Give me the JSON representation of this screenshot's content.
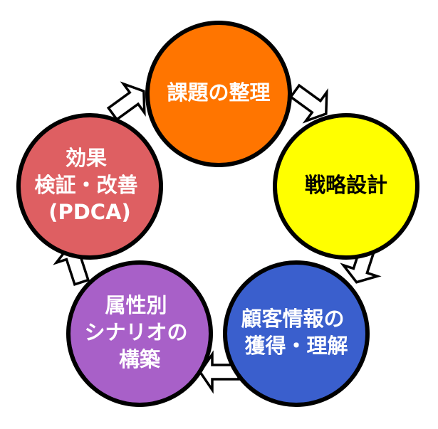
{
  "cycle": {
    "steps": [
      {
        "lines": [
          "課題の整理"
        ],
        "color": "#ff7500",
        "text_color": "#ffffff"
      },
      {
        "lines": [
          "戦略設計"
        ],
        "color": "#ffff00",
        "text_color": "#000000"
      },
      {
        "lines": [
          "顧客情報の",
          "獲得・理解"
        ],
        "color": "#3a5fcd",
        "text_color": "#ffffff"
      },
      {
        "lines": [
          "属性別",
          "シナリオの",
          "構築"
        ],
        "color": "#a860c8",
        "text_color": "#ffffff"
      },
      {
        "lines": [
          "効果",
          "検証・改善",
          "(PDCA)"
        ],
        "color": "#de5f62",
        "text_color": "#ffffff"
      }
    ]
  }
}
